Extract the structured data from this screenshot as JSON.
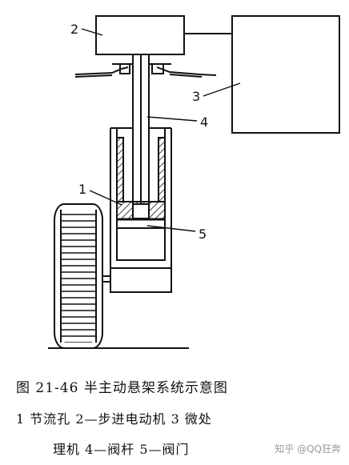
{
  "labels": {
    "callout_1": "1",
    "callout_2": "2",
    "callout_3": "3",
    "callout_4": "4",
    "callout_5": "5"
  },
  "caption": {
    "title": "图 21-46   半主动悬架系统示意图",
    "legend_line_1": "1   节流孔   2—步进电动机   3   微处",
    "legend_line_2": "理机   4—阀杆   5—阀门"
  },
  "watermark": "知乎 @QQ狂奔"
}
